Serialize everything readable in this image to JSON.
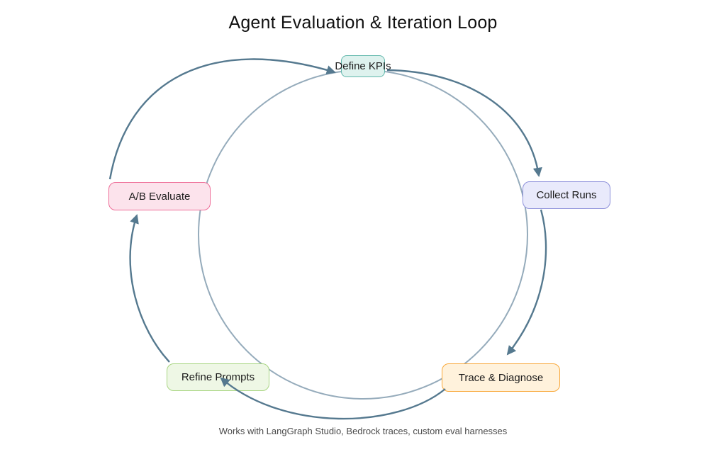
{
  "diagram": {
    "title": "Agent Evaluation & Iteration Loop",
    "caption": "Works with LangGraph Studio, Bedrock traces, custom eval harnesses",
    "nodes": [
      {
        "id": "define-kpis",
        "label": "Define KPIs",
        "fill": "#def2ee",
        "border": "#60b7ab"
      },
      {
        "id": "collect-runs",
        "label": "Collect Runs",
        "fill": "#e9eafb",
        "border": "#8d90da"
      },
      {
        "id": "trace-diagnose",
        "label": "Trace & Diagnose",
        "fill": "#fff2dc",
        "border": "#f9a83a"
      },
      {
        "id": "refine-prompts",
        "label": "Refine Prompts",
        "fill": "#eef7e5",
        "border": "#a8d582"
      },
      {
        "id": "ab-evaluate",
        "label": "A/B Evaluate",
        "fill": "#fce3ec",
        "border": "#ee6d98"
      }
    ],
    "edges": [
      {
        "from": "define-kpis",
        "to": "collect-runs"
      },
      {
        "from": "collect-runs",
        "to": "trace-diagnose"
      },
      {
        "from": "trace-diagnose",
        "to": "refine-prompts"
      },
      {
        "from": "refine-prompts",
        "to": "ab-evaluate"
      },
      {
        "from": "ab-evaluate",
        "to": "define-kpis"
      }
    ],
    "colors": {
      "edge_arrow": "#55798f",
      "loop_ring": "#95abbb",
      "node_text": "#1c1c1c",
      "title_text": "#111111",
      "caption_text": "#4a4a4a",
      "background": "#ffffff"
    }
  }
}
